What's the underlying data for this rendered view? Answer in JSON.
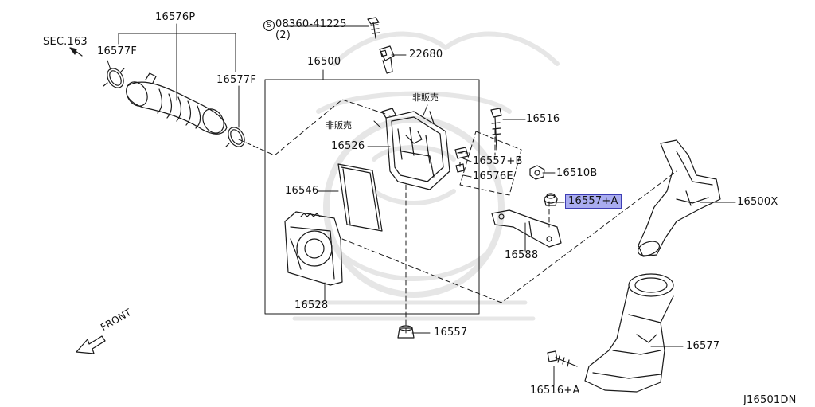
{
  "diagram": {
    "diagram_code": "J16501DN",
    "front_label": "FRONT",
    "not_for_sale": "非販売",
    "bolt_symbol": "S",
    "highlight_color": "#a9acf0",
    "parts": {
      "sec163": "SEC.163",
      "p16576P": "16576P",
      "p16577F_left": "16577F",
      "p16577F_right": "16577F",
      "p08360": "08360-41225",
      "p08360_qty": "(2)",
      "p22680": "22680",
      "p16500": "16500",
      "p16516": "16516",
      "p16526": "16526",
      "p16557B": "16557+B",
      "p16576E": "16576E",
      "p16510B": "16510B",
      "p16557A": "16557+A",
      "p16546": "16546",
      "p16500X": "16500X",
      "p16588": "16588",
      "p16528": "16528",
      "p16557": "16557",
      "p16577": "16577",
      "p16516A": "16516+A"
    }
  }
}
